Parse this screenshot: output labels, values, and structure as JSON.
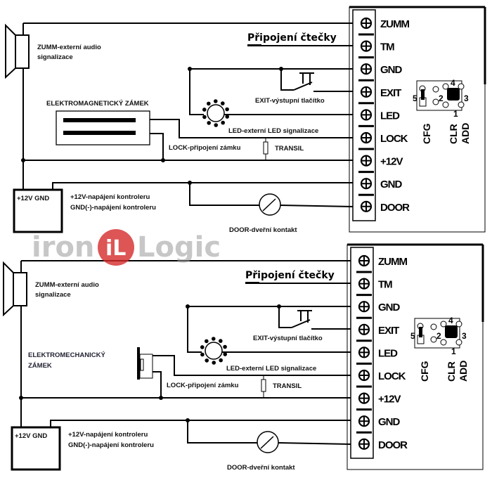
{
  "panels": [
    {
      "lock_type": "electromagnetic",
      "title": "Připojení čtečky",
      "terminals": [
        "ZUMM",
        "TM",
        "GND",
        "EXIT",
        "LED",
        "LOCK",
        "+12V",
        "GND",
        "DOOR"
      ],
      "zumm_label": [
        "ZUMM-externí audio",
        "signalizace"
      ],
      "lock_title": [
        "ELEKTROMAGNETICKÝ ZÁMEK"
      ],
      "exit_label": "EXIT-výstupní tlačítko",
      "led_label": "LED-externí LED signalizace",
      "lock_label": "LOCK-připojení zámku",
      "transil_label": "TRANSIL",
      "power_box_label": "+12V  GND",
      "power_labels": [
        "+12V-napájení kontroleru",
        "GND(-)-napájení kontroleru"
      ],
      "door_label": "DOOR-dveřní kontakt",
      "jumper": {
        "pins": [
          "5",
          "2",
          "4",
          "3",
          "1"
        ],
        "labels": [
          "CFG",
          "CLR",
          "ADD"
        ]
      }
    },
    {
      "lock_type": "electromechanical",
      "title": "Připojení čtečky",
      "terminals": [
        "ZUMM",
        "TM",
        "GND",
        "EXIT",
        "LED",
        "LOCK",
        "+12V",
        "GND",
        "DOOR"
      ],
      "zumm_label": [
        "ZUMM-externí audio",
        "signalizace"
      ],
      "lock_title": [
        "ELEKTROMECHANICKÝ",
        "ZÁMEK"
      ],
      "exit_label": "EXIT-výstupní tlačítko",
      "led_label": "LED-externí LED signalizace",
      "lock_label": "LOCK-připojení zámku",
      "transil_label": "TRANSIL",
      "power_box_label": "+12V  GND",
      "power_labels": [
        "+12V-napájení kontroleru",
        "GND(-)-napájení kontroleru"
      ],
      "door_label": "DOOR-dveřní kontakt",
      "jumper": {
        "pins": [
          "5",
          "2",
          "4",
          "3",
          "1"
        ],
        "labels": [
          "CFG",
          "CLR",
          "ADD"
        ]
      }
    }
  ],
  "watermark": {
    "left": "iron",
    "badge": "iL",
    "right": "Logic",
    "badge_color": "#d42a2a"
  }
}
